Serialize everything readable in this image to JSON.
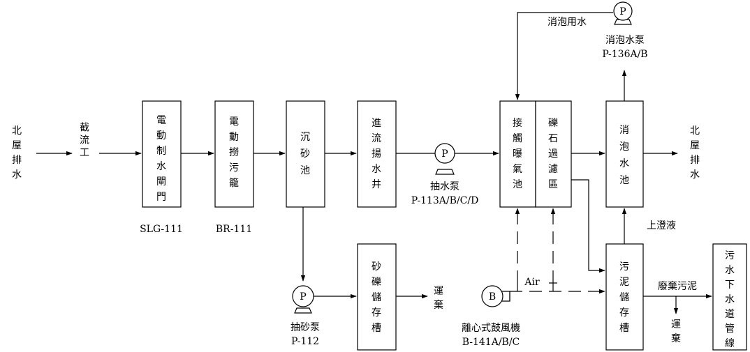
{
  "source_left": [
    "北",
    "屋",
    "排",
    "水"
  ],
  "interceptor": "截流工",
  "units": [
    {
      "id": "u1",
      "chars": [
        "電",
        "動",
        "制",
        "水",
        "閘",
        "門"
      ],
      "tag": "SLG-111"
    },
    {
      "id": "u2",
      "chars": [
        "電",
        "動",
        "撈",
        "污",
        "籠"
      ],
      "tag": "BR-111"
    },
    {
      "id": "u3",
      "chars": [
        "沉",
        "砂",
        "池"
      ]
    },
    {
      "id": "u4",
      "chars": [
        "進",
        "流",
        "揚",
        "水",
        "井"
      ]
    },
    {
      "id": "u5",
      "chars": [
        "接",
        "觸",
        "曝",
        "氣",
        "池"
      ]
    },
    {
      "id": "u6",
      "chars": [
        "礫",
        "石",
        "過",
        "濾",
        "區"
      ]
    },
    {
      "id": "u7",
      "chars": [
        "消",
        "泡",
        "水",
        "池"
      ]
    },
    {
      "id": "u8",
      "chars": [
        "砂",
        "礫",
        "儲",
        "存",
        "槽"
      ]
    },
    {
      "id": "u9",
      "chars": [
        "污",
        "泥",
        "儲",
        "存",
        "槽"
      ]
    },
    {
      "id": "u10",
      "chars": [
        "污",
        "水",
        "下",
        "水",
        "道",
        "管",
        "線"
      ]
    }
  ],
  "pumps": {
    "symbol": "P",
    "lift_pump": {
      "name": "抽水泵",
      "tag": "P-113A/B/C/D"
    },
    "sand_pump": {
      "name": "抽砂泵",
      "tag": "P-112"
    },
    "defoam_pump": {
      "name": "消泡水泵",
      "tag": "P-136A/B"
    }
  },
  "blower": {
    "symbol": "B",
    "name": "離心式鼓風機",
    "tag": "B-141A/B/C"
  },
  "flow_labels": {
    "defoam_water": "消泡用水",
    "air": "Air",
    "supernatant": "上澄液",
    "waste_sludge": "廢棄污泥"
  },
  "outlet_right": [
    "北",
    "屋",
    "排",
    "水"
  ],
  "haul_sand": [
    "運",
    "棄"
  ],
  "haul_sludge": [
    "運",
    "棄"
  ]
}
